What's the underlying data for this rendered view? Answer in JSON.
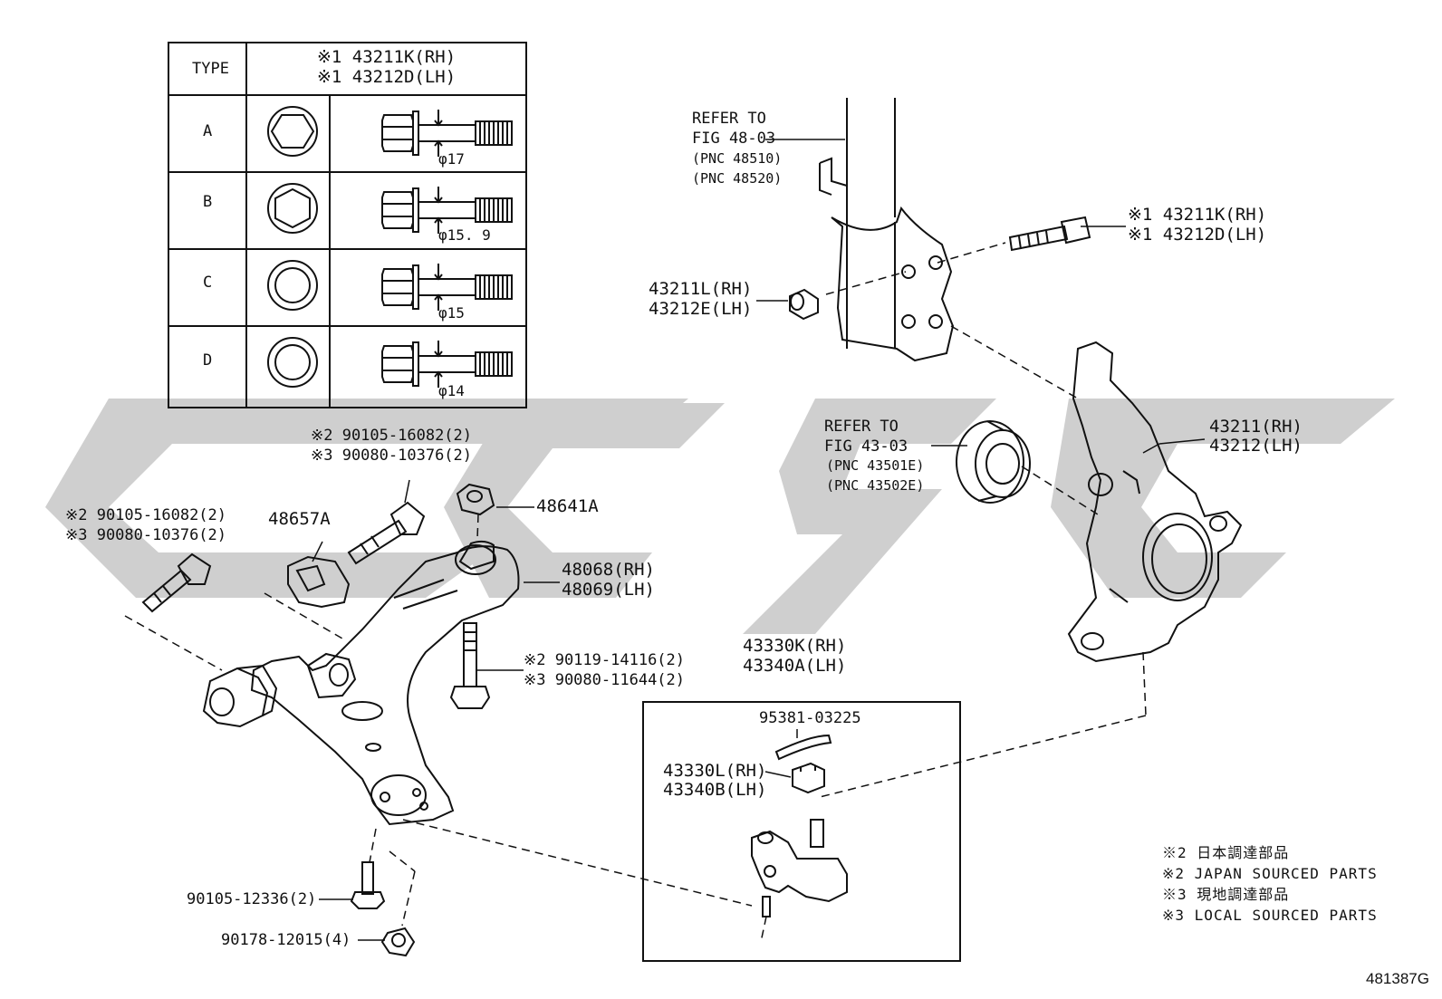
{
  "table": {
    "type_header": "TYPE",
    "part_header_line1": "※1 43211K(RH)",
    "part_header_line2": "※1 43212D(LH)",
    "rows": [
      {
        "type": "A",
        "dia": "φ17"
      },
      {
        "type": "B",
        "dia": "φ15. 9"
      },
      {
        "type": "C",
        "dia": "φ15"
      },
      {
        "type": "D",
        "dia": "φ14"
      }
    ]
  },
  "callouts": {
    "refer_strut_1": "REFER TO",
    "refer_strut_2": "FIG 48-03",
    "refer_strut_3": "(PNC 48510)",
    "refer_strut_4": "(PNC 48520)",
    "bolt_rh": "※1 43211K(RH)",
    "bolt_lh": "※1 43212D(LH)",
    "nut_rh": "43211L(RH)",
    "nut_lh": "43212E(LH)",
    "refer_bearing_1": "REFER TO",
    "refer_bearing_2": "FIG 43-03",
    "refer_bearing_3": "(PNC 43501E)",
    "refer_bearing_4": "(PNC 43502E)",
    "knuckle_rh": "43211(RH)",
    "knuckle_lh": "43212(LH)",
    "top_bolt_1": "※2 90105-16082(2)",
    "top_bolt_2": "※3 90080-10376(2)",
    "left_bolt_1": "※2 90105-16082(2)",
    "left_bolt_2": "※3 90080-10376(2)",
    "bracket": "48657A",
    "nut_48641": "48641A",
    "arm_rh": "48068(RH)",
    "arm_lh": "48069(LH)",
    "stud_1": "※2 90119-14116(2)",
    "stud_2": "※3 90080-11644(2)",
    "balljoint_rh": "43330K(RH)",
    "balljoint_lh": "43340A(LH)",
    "cotter_pin": "95381-03225",
    "bj_nut_rh": "43330L(RH)",
    "bj_nut_lh": "43340B(LH)",
    "bolt_90105": "90105-12336(2)",
    "nut_90178": "90178-12015(4)"
  },
  "notes": [
    "※2 日本調達部品",
    "※2 JAPAN SOURCED PARTS",
    "※3 現地調達部品",
    "※3 LOCAL SOURCED PARTS"
  ],
  "figure_id": "481387G",
  "colors": {
    "ink": "#111111",
    "watermark": "#c8c8c8",
    "paper": "#ffffff"
  }
}
